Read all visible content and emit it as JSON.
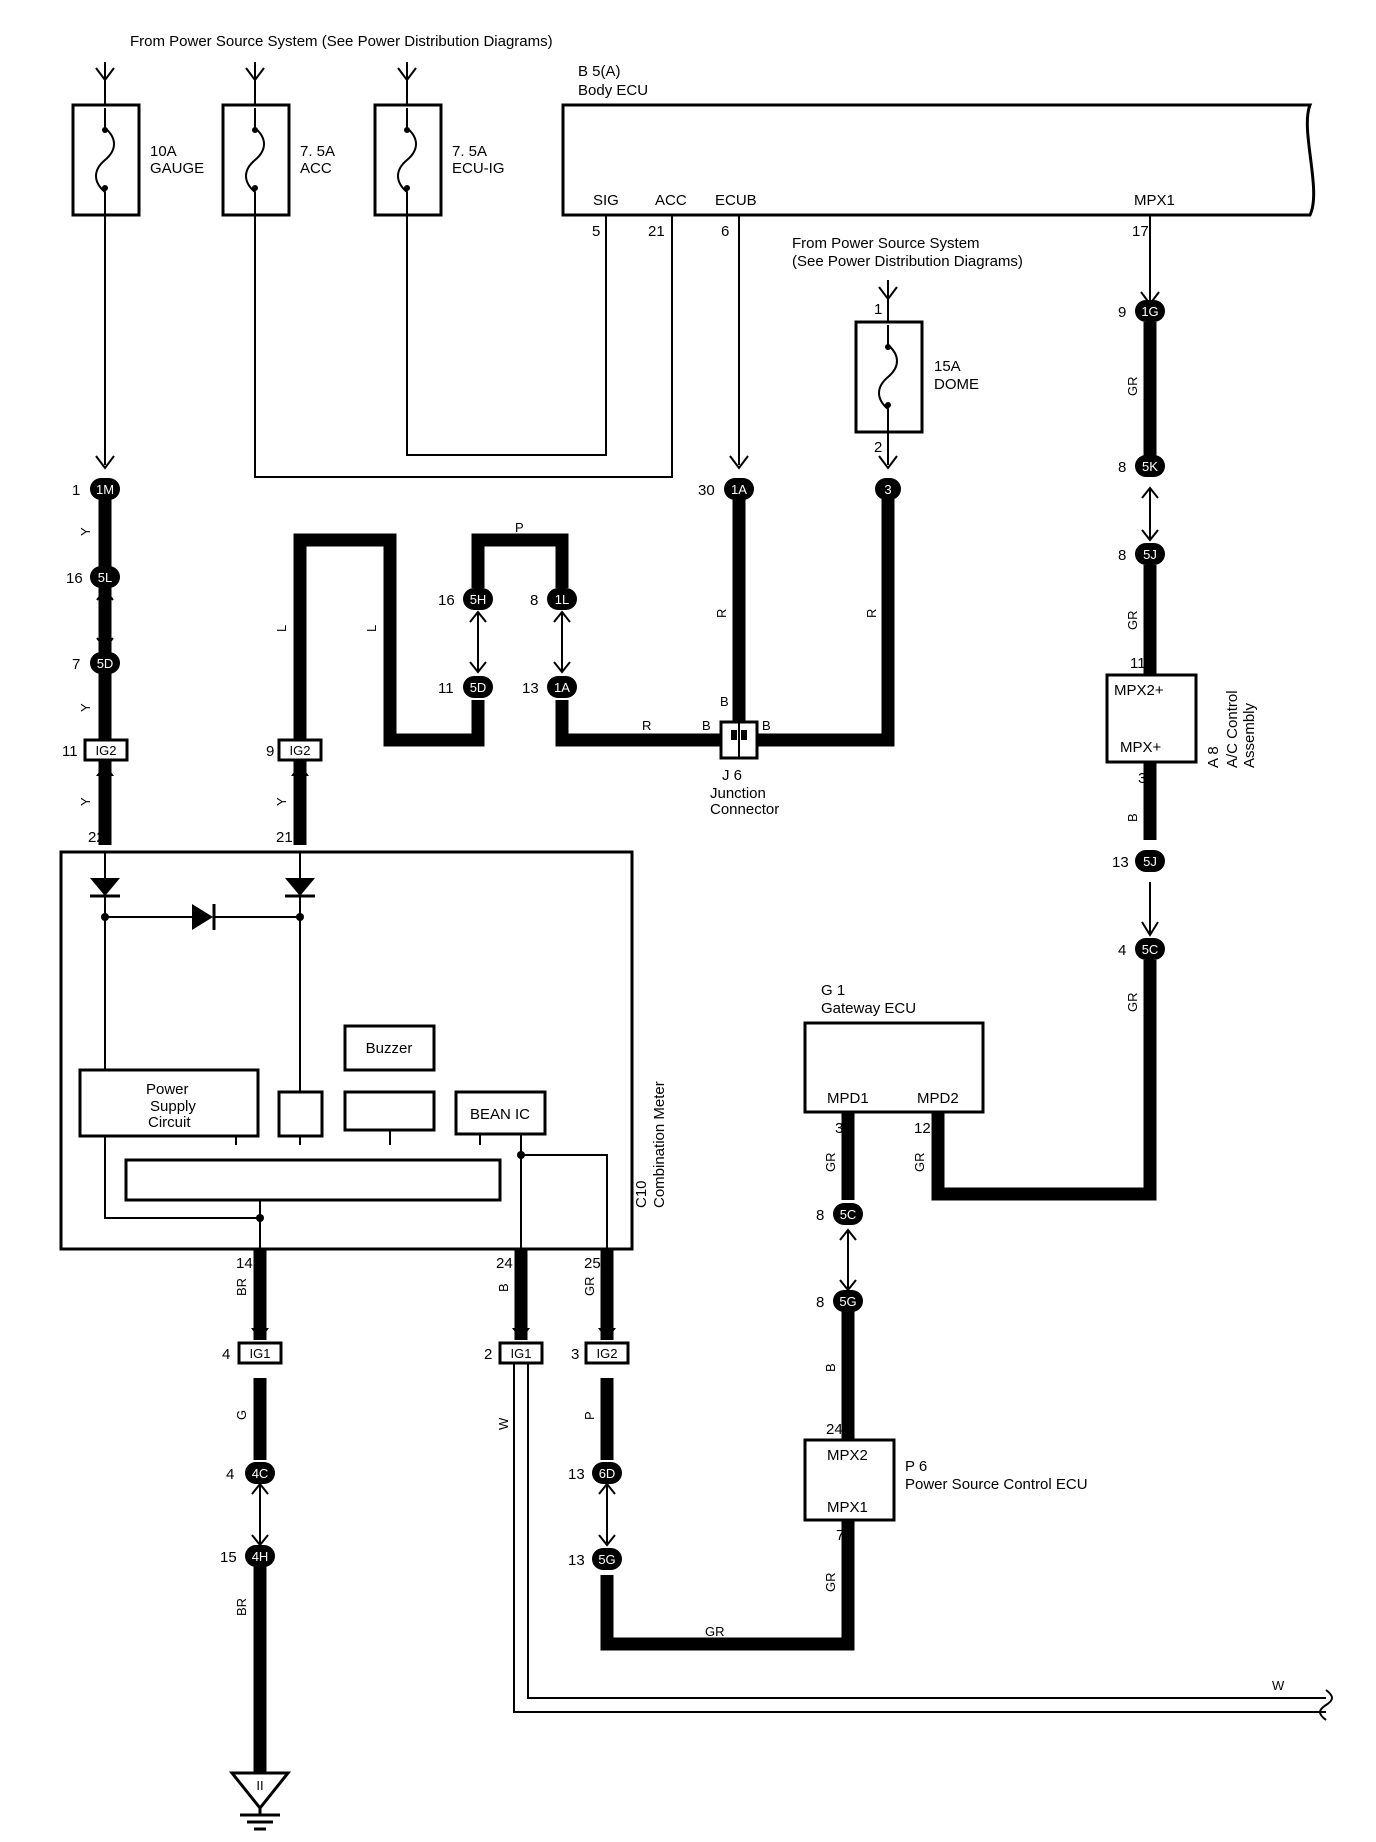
{
  "power_source_top": "From Power Source System (See Power Distribution Diagrams)",
  "power_source_mid": {
    "line1": "From Power Source System",
    "line2": "(See Power Distribution Diagrams)"
  },
  "fuses": [
    {
      "amp": "10A",
      "name": "GAUGE"
    },
    {
      "amp": "7. 5A",
      "name": "ACC"
    },
    {
      "amp": "7. 5A",
      "name": "ECU-IG"
    },
    {
      "amp": "15A",
      "name": "DOME",
      "pin_in": "1",
      "pin_out": "2"
    }
  ],
  "body_ecu": {
    "code": "B 5(A)",
    "name": "Body ECU",
    "pins": [
      {
        "label": "SIG",
        "num": "5"
      },
      {
        "label": "ACC",
        "num": "21"
      },
      {
        "label": "ECUB",
        "num": "6"
      },
      {
        "label": "MPX1",
        "num": "17"
      }
    ]
  },
  "connectors": {
    "c1M": {
      "id": "1M",
      "pin": "1"
    },
    "c5L": {
      "id": "5L",
      "pin": "16"
    },
    "c5D_left": {
      "id": "5D",
      "pin": "7"
    },
    "ig2_left": {
      "id": "IG2",
      "pin": "11"
    },
    "ig2_mid": {
      "id": "IG2",
      "pin": "9"
    },
    "c5H": {
      "id": "5H",
      "pin": "16"
    },
    "c5D_mid": {
      "id": "5D",
      "pin": "11"
    },
    "c1L": {
      "id": "1L",
      "pin": "8"
    },
    "c1A_low": {
      "id": "1A",
      "pin": "13"
    },
    "c1A_top": {
      "id": "1A",
      "pin": "30"
    },
    "c3": {
      "id": "3",
      "pin": ""
    },
    "c1G": {
      "id": "1G",
      "pin": "9"
    },
    "c5K": {
      "id": "5K",
      "pin": "8"
    },
    "c5J_top": {
      "id": "5J",
      "pin": "8"
    },
    "c5J_low": {
      "id": "5J",
      "pin": "13"
    },
    "c5C_right": {
      "id": "5C",
      "pin": "4"
    },
    "c5C_mid": {
      "id": "5C",
      "pin": "8"
    },
    "c5G_mid": {
      "id": "5G",
      "pin": "8"
    },
    "ig1_a": {
      "id": "IG1",
      "pin": "4"
    },
    "ig1_b": {
      "id": "IG1",
      "pin": "2"
    },
    "ig2_low": {
      "id": "IG2",
      "pin": "3"
    },
    "c4C": {
      "id": "4C",
      "pin": "4"
    },
    "c4H": {
      "id": "4H",
      "pin": "15"
    },
    "c6D": {
      "id": "6D",
      "pin": "13"
    },
    "c5G_low": {
      "id": "5G",
      "pin": "13"
    }
  },
  "wire_colors": {
    "y1": "Y",
    "y2": "Y",
    "y3": "Y",
    "y4": "Y",
    "l1": "L",
    "l2": "L",
    "p_top": "P",
    "r1": "R",
    "r2": "R",
    "b_j6_left": "B",
    "b_j6_top": "B",
    "b_j6_right": "B",
    "gr_r1": "GR",
    "gr_r2": "GR",
    "gr_r3": "GR",
    "b_a8": "B",
    "gr_g1a": "GR",
    "gr_g1b": "GR",
    "b_p6": "B",
    "gr_p6": "GR",
    "gr_bottom": "GR",
    "br1": "BR",
    "br2": "BR",
    "g1": "G",
    "b_24": "B",
    "gr_25": "GR",
    "w_vert": "W",
    "p_low": "P",
    "w_right": "W"
  },
  "j6": {
    "code": "J 6",
    "name1": "Junction",
    "name2": "Connector"
  },
  "a8": {
    "code": "A 8",
    "name1": "A/C Control",
    "name2": "Assembly",
    "pin_top": "MPX2+",
    "pin_bottom": "MPX+",
    "num_top": "11",
    "num_bottom": "3"
  },
  "gateway": {
    "code": "G 1",
    "name": "Gateway ECU",
    "pin1": "MPD1",
    "pin2": "MPD2",
    "num1": "3",
    "num2": "12"
  },
  "p6": {
    "code": "P 6",
    "name": "Power Source Control ECU",
    "pin_top": "MPX2",
    "pin_bottom": "MPX1",
    "num_top": "24",
    "num_bottom": "7"
  },
  "meter": {
    "code": "C10",
    "name": "Combination Meter",
    "buzzer": "Buzzer",
    "bean_ic": "BEAN IC",
    "psc1": "Power",
    "psc2": "Supply",
    "psc3": "Circuit",
    "pins": {
      "p22": "22",
      "p21": "21",
      "p14": "14",
      "p24": "24",
      "p25": "25"
    }
  },
  "ground": {
    "symbol": "II"
  }
}
